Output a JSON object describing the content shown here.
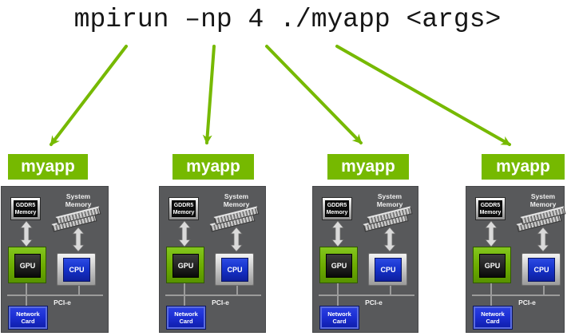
{
  "title": {
    "command": "mpirun –np 4 ./myapp <args>"
  },
  "nodes": [
    {
      "app_label": "myapp"
    },
    {
      "app_label": "myapp"
    },
    {
      "app_label": "myapp"
    },
    {
      "app_label": "myapp"
    }
  ],
  "node_labels": {
    "gddr5_line1": "GDDR5",
    "gddr5_line2": "Memory",
    "sysmem_line1": "System",
    "sysmem_line2": "Memory",
    "gpu": "GPU",
    "cpu": "CPU",
    "pcie": "PCI-e",
    "network_line1": "Network",
    "network_line2": "Card"
  },
  "colors": {
    "nvidia_green": "#76b900",
    "panel_gray": "#58595b",
    "cpu_blue": "#1633cc",
    "network_card_blue": "#1c2fd4",
    "bus_line_gray": "#9b9b9b"
  }
}
